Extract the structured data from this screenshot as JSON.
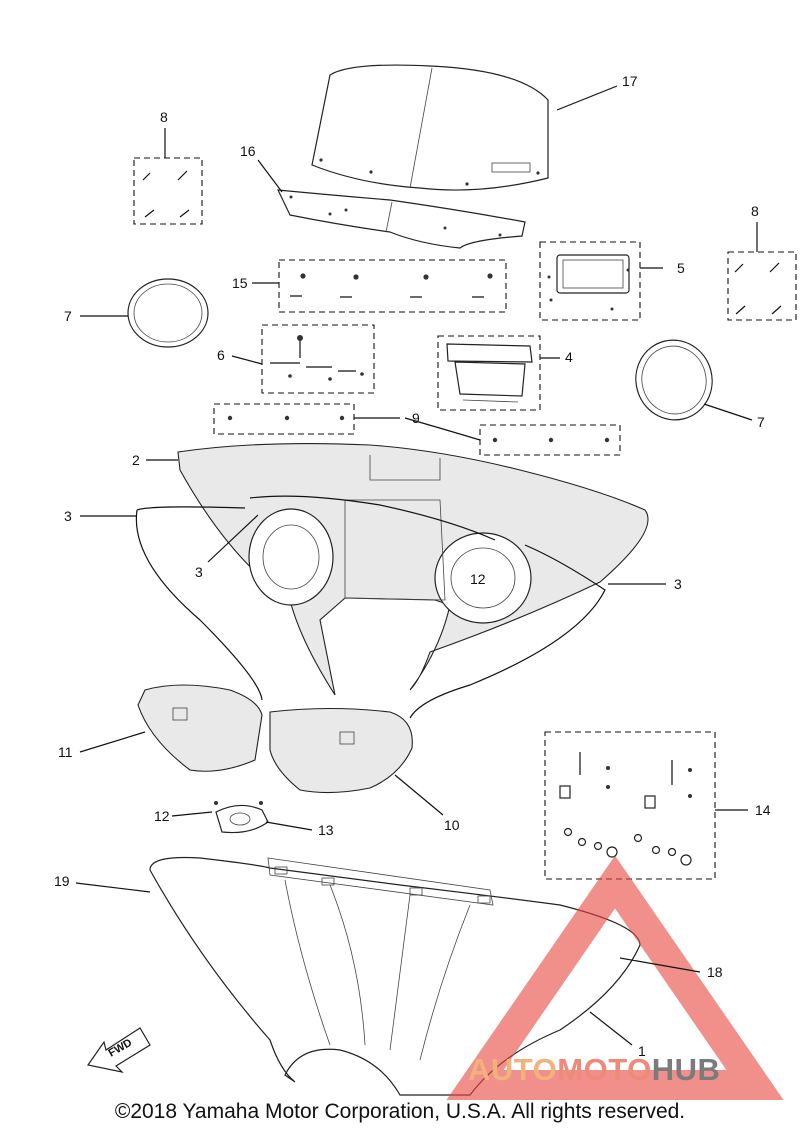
{
  "labels": {
    "l1": "1",
    "l2": "2",
    "l3a": "3",
    "l3b": "3",
    "l3c": "3",
    "l4": "4",
    "l5": "5",
    "l6": "6",
    "l7a": "7",
    "l7b": "7",
    "l8a": "8",
    "l8b": "8",
    "l9": "9",
    "l10": "10",
    "l11": "11",
    "l12a": "12",
    "l12b": "12",
    "l13": "13",
    "l14": "14",
    "l15": "15",
    "l16": "16",
    "l17": "17",
    "l18": "18",
    "l19": "19"
  },
  "fwd_label": "FWD",
  "watermark": {
    "part1": "AUTO",
    "part2": "MOTO",
    "part3": "HUB"
  },
  "copyright": "©2018 Yamaha Motor Corporation, U.S.A. All rights reserved.",
  "colors": {
    "watermark_red": "#e8453c",
    "watermark_orange": "#f2b27c",
    "watermark_gray": "#7b7b7b"
  }
}
